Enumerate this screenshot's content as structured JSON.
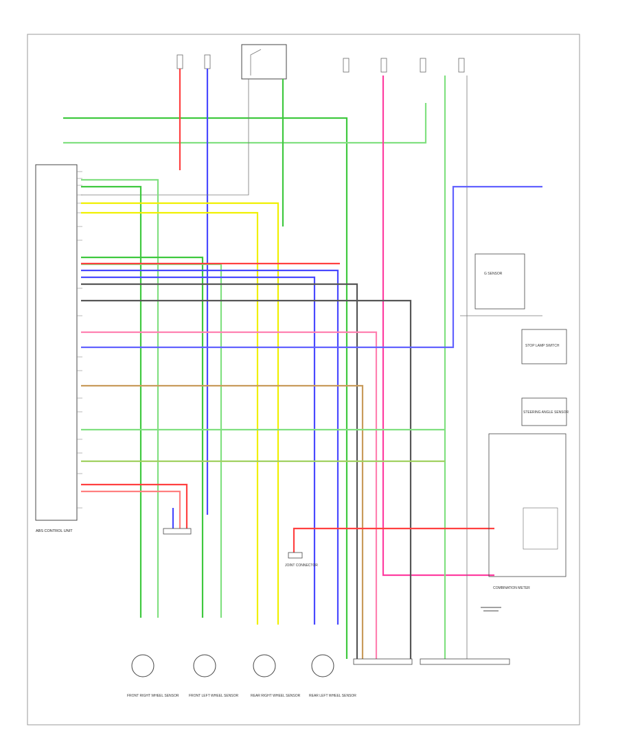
{
  "diagram": {
    "footer_code": "",
    "colors": {
      "green": "#3ec83e",
      "red": "#ff4040",
      "pink": "#ff3ca0",
      "blue": "#4848ff",
      "yellow": "#f0f000",
      "brown": "#c89a5a",
      "gray": "#555555",
      "lightgreen": "#80e080"
    },
    "blocks": {
      "abs_control_unit": "ABS CONTROL UNIT",
      "combination_meter": "COMBINATION METER",
      "front_right_sensor": "FRONT RIGHT WHEEL SENSOR",
      "front_left_sensor": "FRONT LEFT WHEEL SENSOR",
      "rear_right_sensor": "REAR RIGHT WHEEL SENSOR",
      "rear_left_sensor": "REAR LEFT WHEEL SENSOR",
      "g_sensor": "G SENSOR",
      "steering_angle_sensor": "STEERING ANGLE SENSOR",
      "stop_lamp_switch": "STOP LAMP SWITCH",
      "joint_connector": "JOINT CONNECTOR"
    }
  }
}
